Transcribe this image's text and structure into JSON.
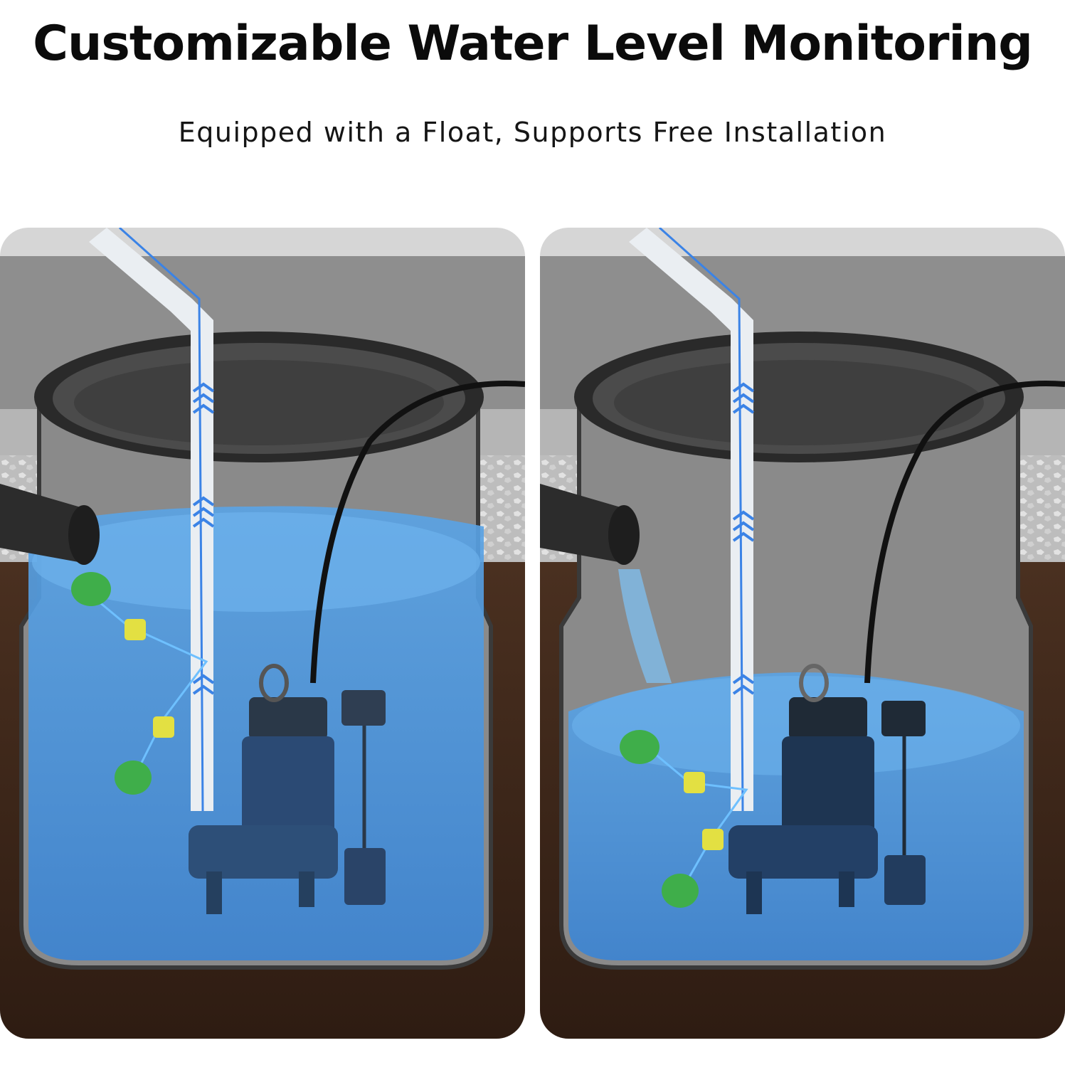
{
  "header": {
    "title": "Customizable Water Level Monitoring",
    "subtitle": "Equipped with a Float, Supports Free Installation"
  },
  "panels": [
    {
      "name": "high-water-state",
      "water_level": 0.66
    },
    {
      "name": "low-water-state",
      "water_level": 0.38
    }
  ],
  "colors": {
    "water": "#4f97dc",
    "soil": "#3a2418",
    "concrete": "#8f8f8f",
    "float": "#3fae4a",
    "weight": "#e3e042",
    "pipe": "#e9eef2",
    "flow_arrow": "#3b83e6"
  }
}
